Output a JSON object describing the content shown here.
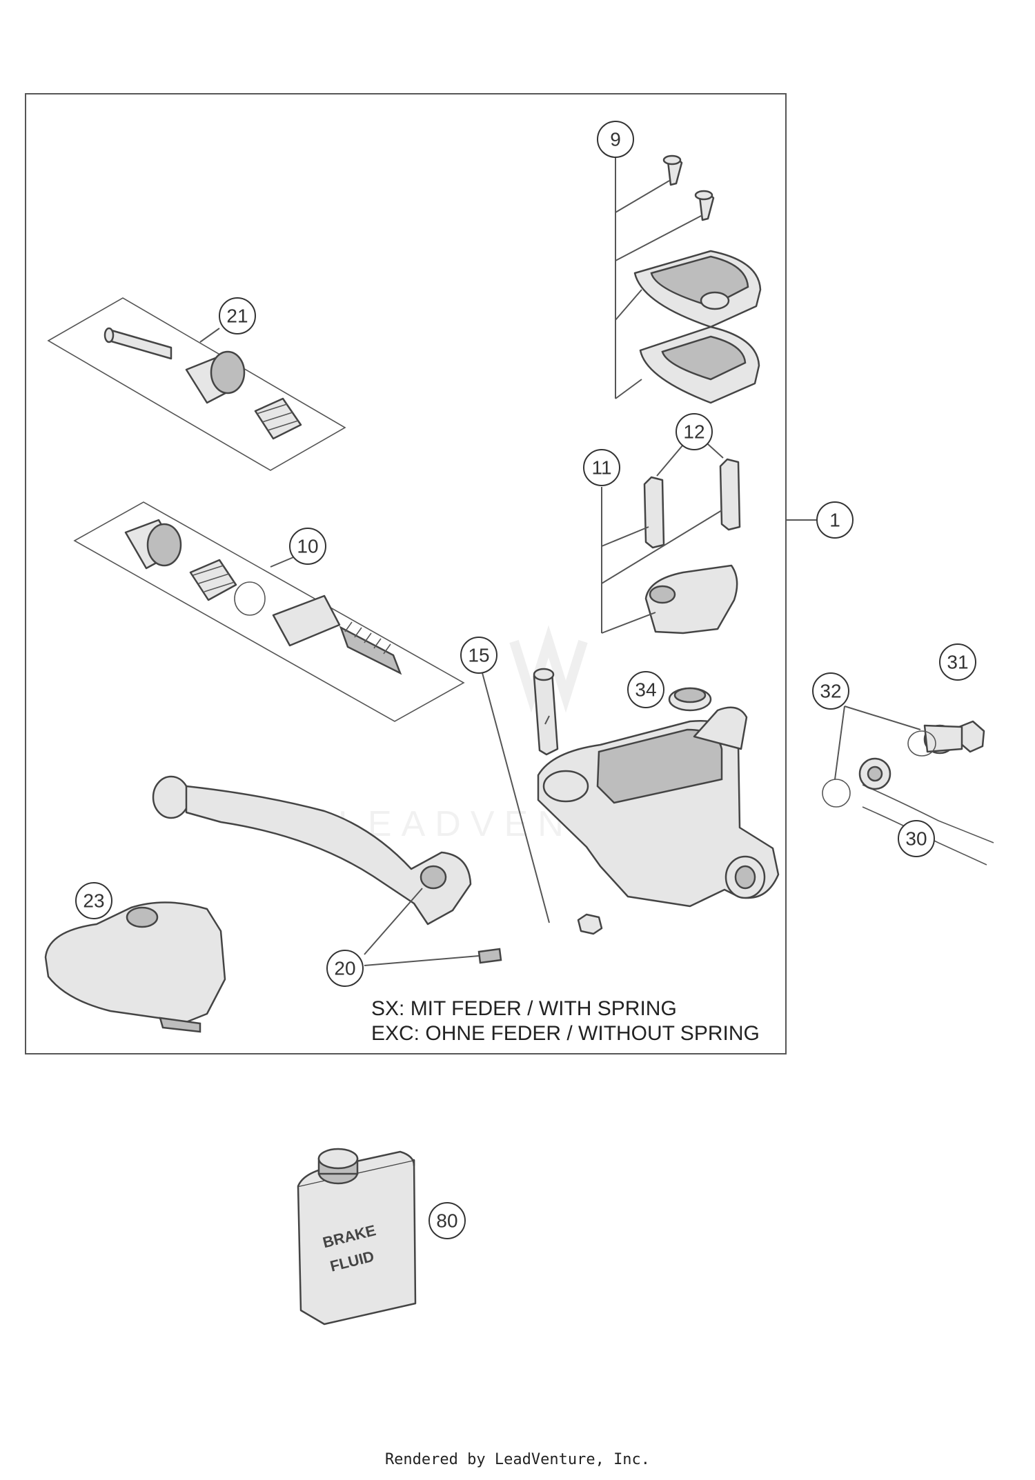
{
  "callouts": [
    "9",
    "21",
    "12",
    "11",
    "1",
    "10",
    "15",
    "34",
    "31",
    "32",
    "30",
    "23",
    "20",
    "80"
  ],
  "notes": {
    "sx": "SX: MIT FEDER / WITH SPRING",
    "exc": "EXC: OHNE FEDER / WITHOUT SPRING"
  },
  "bottle_label": [
    "BRAKE",
    "FLUID"
  ],
  "watermark": "LEADVENTURE",
  "footer": "Rendered by LeadVenture, Inc."
}
